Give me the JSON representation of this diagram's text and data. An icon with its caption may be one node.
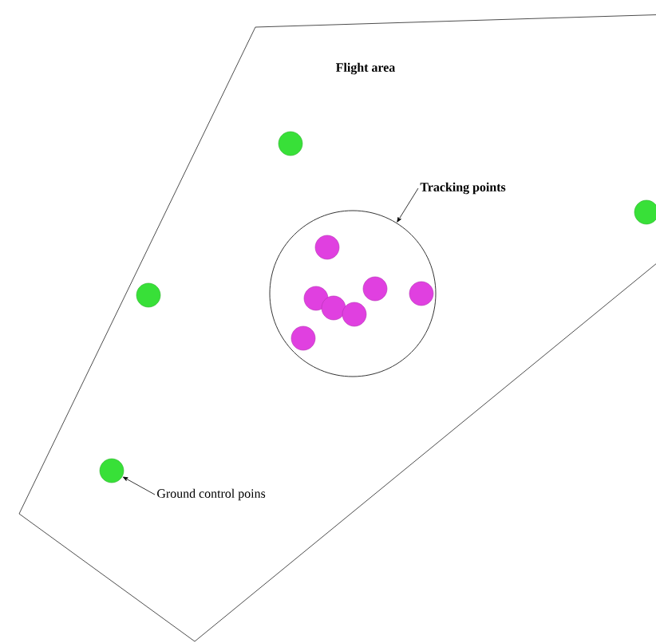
{
  "diagram": {
    "nodes": [
      {
        "text": [
          "Flight area"
        ]
      },
      {
        "text": [],
        "shape": "circle",
        "in": 0
      },
      {
        "text": [],
        "shape": "circle",
        "in": 0
      },
      {
        "text": [],
        "shape": "circle",
        "in": 0
      },
      {
        "text": [],
        "shape": "circle",
        "in": 0
      },
      {
        "text": [],
        "shape": "circle",
        "in": 0
      },
      {
        "text": [],
        "shape": "circle",
        "in": 5
      },
      {
        "text": [],
        "shape": "circle",
        "in": 5
      },
      {
        "text": [],
        "shape": "circle",
        "in": 5
      },
      {
        "text": [],
        "shape": "circle",
        "in": 5
      },
      {
        "text": [],
        "shape": "circle",
        "in": 5
      },
      {
        "text": [],
        "shape": "circle",
        "in": 5
      },
      {
        "text": [],
        "shape": "circle",
        "in": 5
      },
      {
        "text": [
          "Tracking points"
        ],
        "in": 0
      },
      {
        "text": [
          "Ground control poins"
        ],
        "in": 0
      }
    ],
    "edges": [
      {
        "from": 13,
        "to": 5,
        "arrow": "to"
      },
      {
        "from": 14,
        "to": 3,
        "arrow": "to"
      }
    ]
  }
}
